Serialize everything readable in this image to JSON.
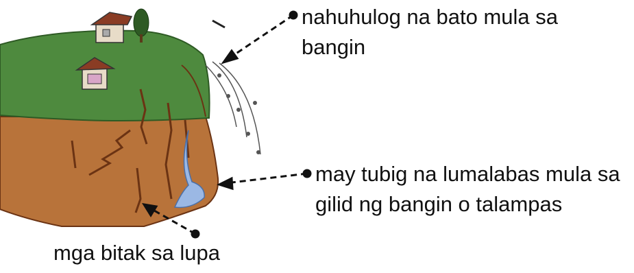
{
  "labels": {
    "falling_rocks": {
      "line1": "nahuhulog na bato mula sa",
      "line2": "bangin"
    },
    "water_seepage": {
      "line1": "may tubig na lumalabas mula sa",
      "line2": "gilid ng bangin o talampas"
    },
    "ground_cracks": {
      "line1": "mga bitak sa lupa"
    }
  },
  "colors": {
    "grass": "#4e8a3e",
    "cliff": "#b8733a",
    "crack": "#6b3313",
    "water": "#9bb8e4",
    "house_wall": "#e8dcc8",
    "house_roof": "#8a3c24",
    "tree": "#2e5a24",
    "arrow": "#111111"
  },
  "icons": {
    "house": "house-icon",
    "tree": "tree-icon",
    "rock": "rock-icon"
  }
}
